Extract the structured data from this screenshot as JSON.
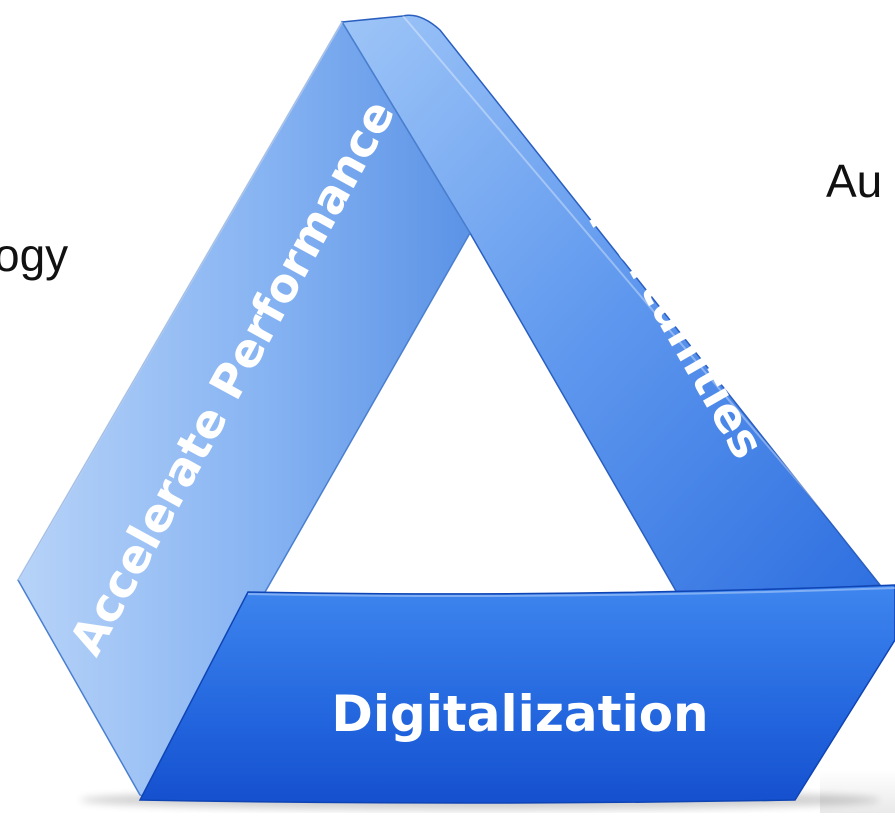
{
  "diagram": {
    "bands": [
      {
        "label": "Accelerate Performance"
      },
      {
        "label": "Opportunities"
      },
      {
        "label": "Digitalization"
      }
    ],
    "side_text": {
      "left": "ogy",
      "right": "Au"
    }
  },
  "colors": {
    "band_left_light": "#a9cbf7",
    "band_left_dark": "#5f95e6",
    "band_right_light": "#8dbaf5",
    "band_right_dark": "#2f73e0",
    "band_bottom_light": "#4f8ff0",
    "band_bottom_dark": "#1453d2",
    "label_text": "#ffffff"
  }
}
